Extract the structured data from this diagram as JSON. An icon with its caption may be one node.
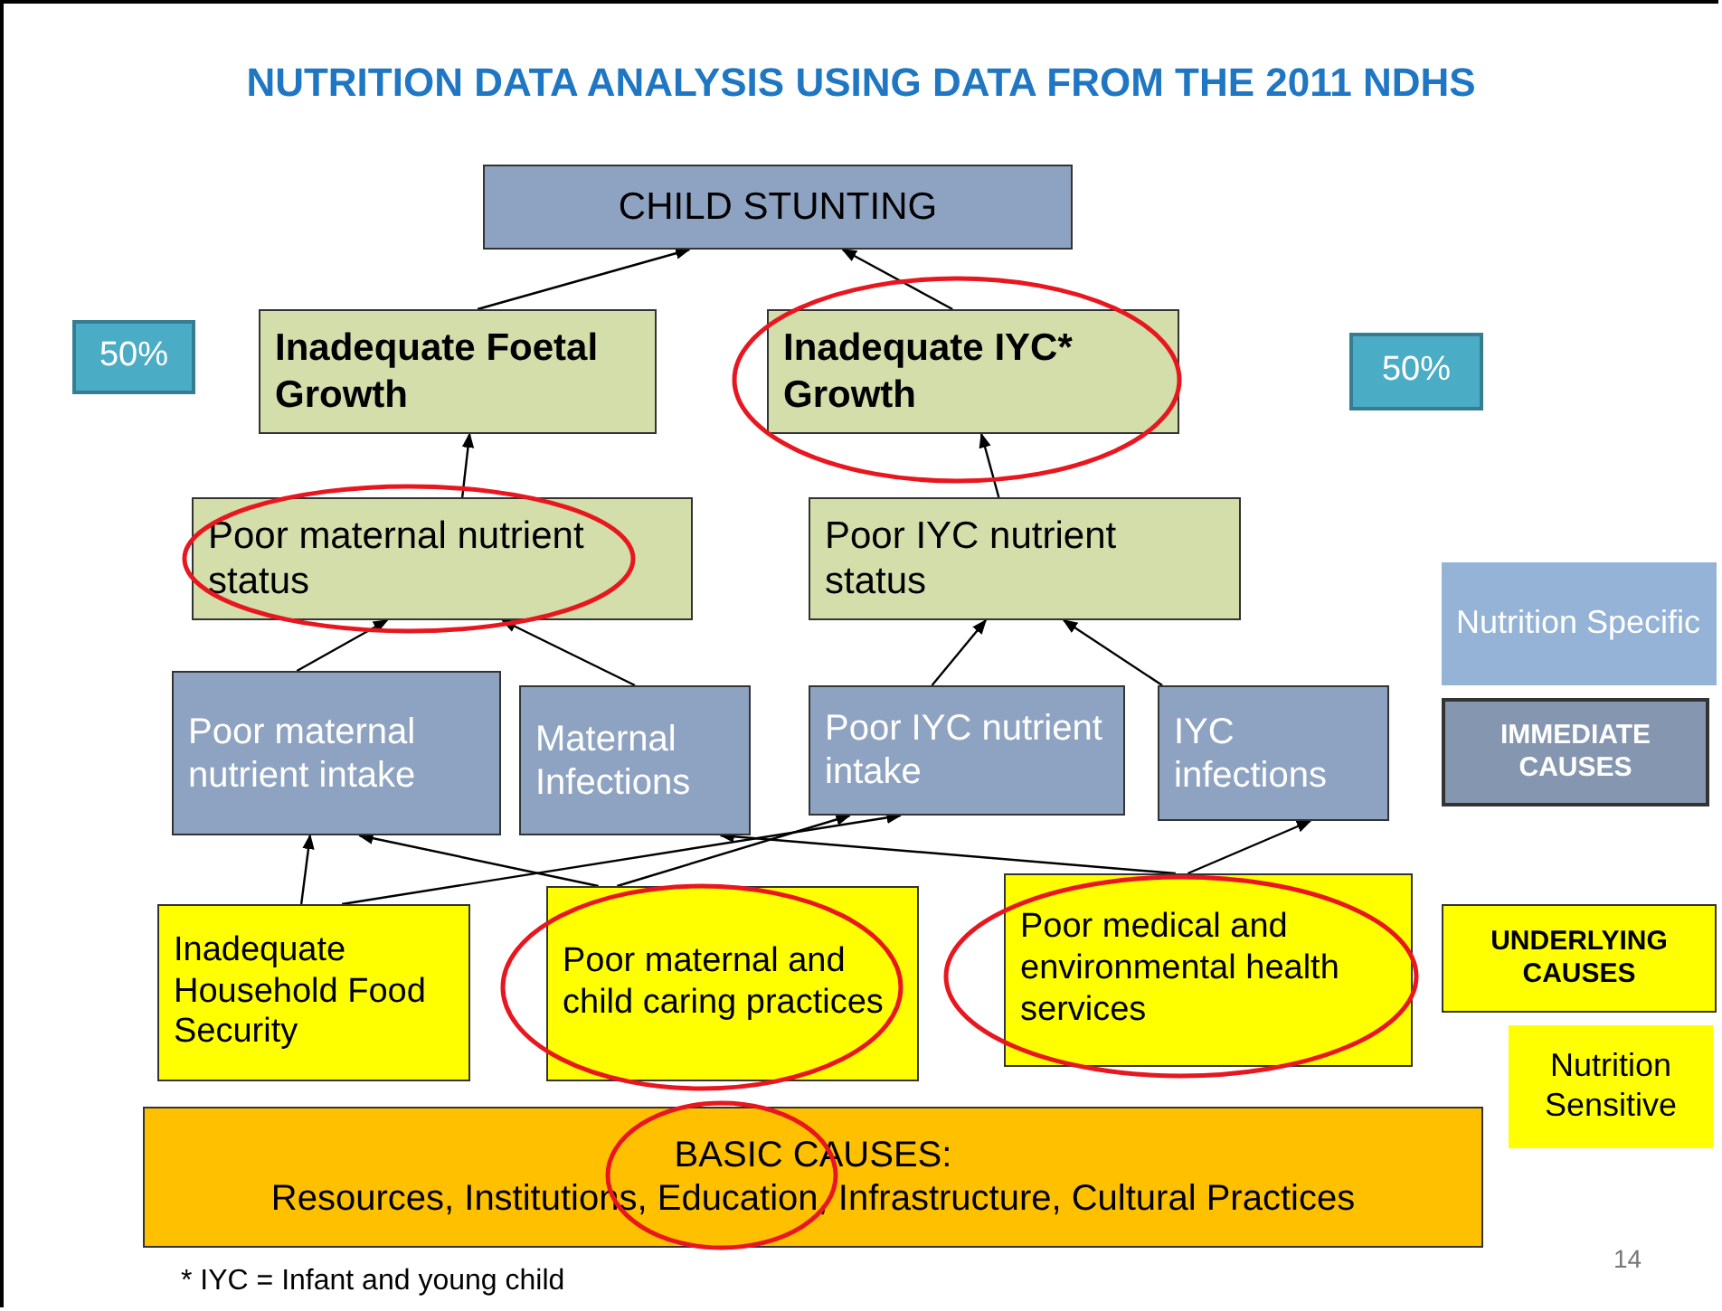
{
  "diagram": {
    "title": "NUTRITION DATA ANALYSIS USING DATA FROM THE 2011 NDHS",
    "nodes": [
      {
        "text": [
          "CHILD STUNTING"
        ]
      },
      {
        "text": [
          "Inadequate Foetal Growth"
        ]
      },
      {
        "text": [
          "Inadequate IYC* Growth"
        ]
      },
      {
        "text": [
          "Poor maternal nutrient status"
        ]
      },
      {
        "text": [
          "Poor IYC nutrient status"
        ]
      },
      {
        "text": [
          "Poor maternal nutrient intake"
        ]
      },
      {
        "text": [
          "Maternal Infections"
        ]
      },
      {
        "text": [
          "Poor IYC nutrient intake"
        ]
      },
      {
        "text": [
          "IYC infections"
        ]
      },
      {
        "text": [
          "Inadequate Household Food Security"
        ]
      },
      {
        "text": [
          "Poor maternal and child caring practices"
        ]
      },
      {
        "text": [
          "Poor medical and environmental health services"
        ]
      },
      {
        "text": [
          "BASIC CAUSES:",
          "Resources, Institutions, Education, Infrastructure, Cultural Practices"
        ]
      },
      {
        "text": [
          "50%"
        ]
      },
      {
        "text": [
          "50%"
        ]
      },
      {
        "text": [
          "Nutrition Specific"
        ]
      },
      {
        "text": [
          "IMMEDIATE CAUSES"
        ]
      },
      {
        "text": [
          "UNDERLYING CAUSES"
        ]
      },
      {
        "text": [
          "Nutrition Sensitive"
        ]
      }
    ],
    "edges": [
      {
        "from": 1,
        "to": 0,
        "arrow": "to"
      },
      {
        "from": 2,
        "to": 0,
        "arrow": "to"
      },
      {
        "from": 3,
        "to": 1,
        "arrow": "to"
      },
      {
        "from": 4,
        "to": 2,
        "arrow": "to"
      },
      {
        "from": 5,
        "to": 3,
        "arrow": "to"
      },
      {
        "from": 6,
        "to": 3,
        "arrow": "to"
      },
      {
        "from": 7,
        "to": 4,
        "arrow": "to"
      },
      {
        "from": 8,
        "to": 4,
        "arrow": "to"
      },
      {
        "from": 9,
        "to": 5,
        "arrow": "to"
      },
      {
        "from": 9,
        "to": 7,
        "arrow": "to"
      },
      {
        "from": 10,
        "to": 5,
        "arrow": "to"
      },
      {
        "from": 10,
        "to": 7,
        "arrow": "to"
      },
      {
        "from": 11,
        "to": 6,
        "arrow": "to"
      },
      {
        "from": 11,
        "to": 8,
        "arrow": "to"
      }
    ],
    "labels": [
      "14",
      "* IYC = Infant and young child"
    ]
  }
}
